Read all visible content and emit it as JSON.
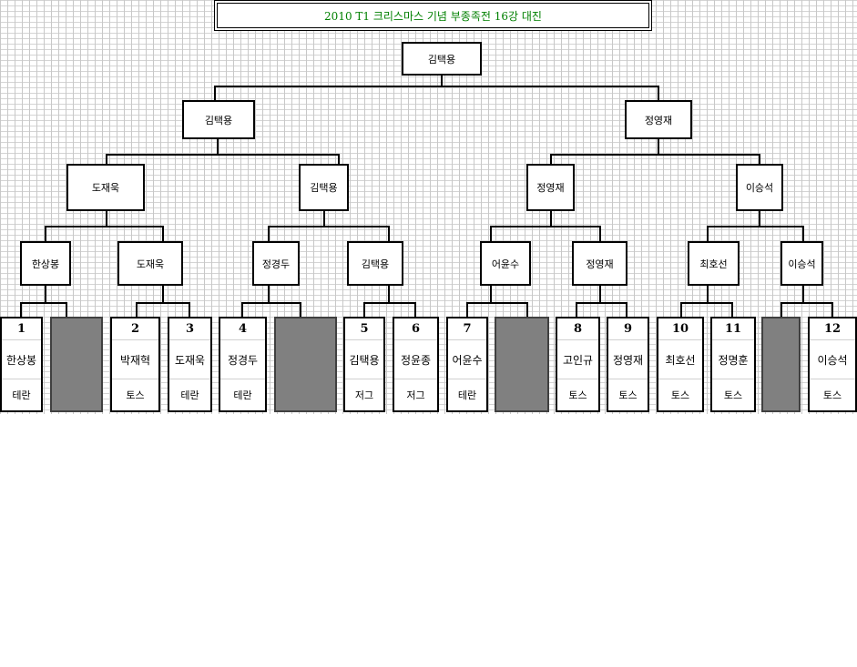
{
  "title": "2010 T1 크리스마스 기념 부종족전 16강 대진",
  "final": {
    "winner": "김택용"
  },
  "semifinals": [
    "김택용",
    "정영재"
  ],
  "quarterfinals": [
    "도재욱",
    "김택용",
    "정영재",
    "이승석"
  ],
  "round16": [
    "한상봉",
    "도재욱",
    "정경두",
    "김택용",
    "어윤수",
    "정영재",
    "최호선",
    "이승석"
  ],
  "entries": [
    {
      "seed": "1",
      "name": "한상봉",
      "race": "테란"
    },
    {
      "bye": true
    },
    {
      "seed": "2",
      "name": "박재혁",
      "race": "토스"
    },
    {
      "seed": "3",
      "name": "도재욱",
      "race": "테란"
    },
    {
      "seed": "4",
      "name": "정경두",
      "race": "테란"
    },
    {
      "bye": true
    },
    {
      "seed": "5",
      "name": "김택용",
      "race": "저그"
    },
    {
      "seed": "6",
      "name": "정윤종",
      "race": "저그"
    },
    {
      "seed": "7",
      "name": "어윤수",
      "race": "테란"
    },
    {
      "bye": true
    },
    {
      "seed": "8",
      "name": "고인규",
      "race": "토스"
    },
    {
      "seed": "9",
      "name": "정영재",
      "race": "토스"
    },
    {
      "seed": "10",
      "name": "최호선",
      "race": "토스"
    },
    {
      "seed": "11",
      "name": "정명훈",
      "race": "토스"
    },
    {
      "bye": true
    },
    {
      "seed": "12",
      "name": "이승석",
      "race": "토스"
    }
  ]
}
